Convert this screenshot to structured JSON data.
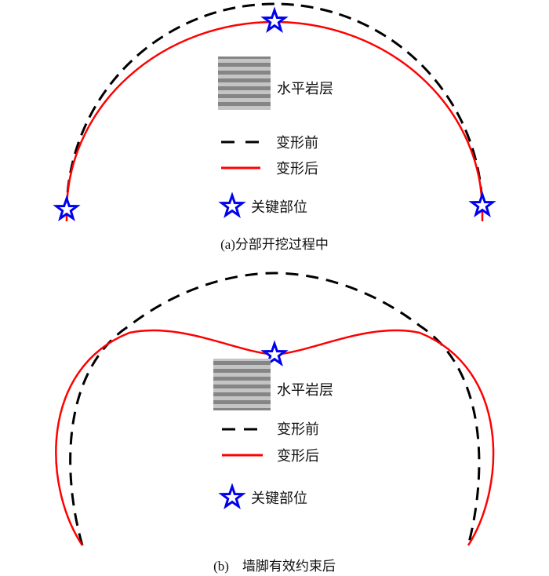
{
  "colors": {
    "before": "#000000",
    "after": "#ff0000",
    "key_point": "#0000ee",
    "strata_dark": "#808080",
    "strata_light": "#c0c0c0"
  },
  "panel_a": {
    "caption": "(a)分部开挖过程中",
    "legend": {
      "strata": "水平岩层",
      "before": "变形前",
      "after": "变形后",
      "key_point": "关键部位"
    }
  },
  "panel_b": {
    "caption": "(b)　墙脚有效约束后",
    "legend": {
      "strata": "水平岩层",
      "before": "变形前",
      "after": "变形后",
      "key_point": "关键部位"
    }
  }
}
